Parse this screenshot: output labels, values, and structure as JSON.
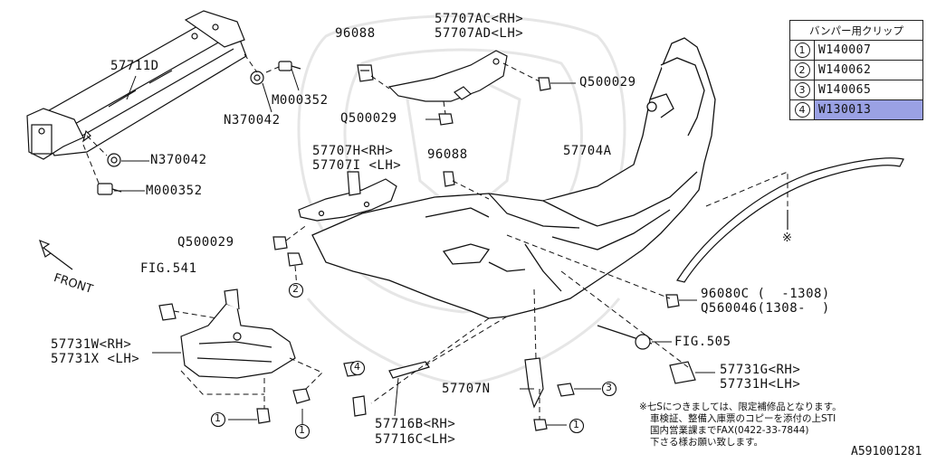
{
  "legend": {
    "title": "バンパー用クリップ",
    "rows": [
      {
        "num": "1",
        "code": "W140007",
        "highlighted": false
      },
      {
        "num": "2",
        "code": "W140062",
        "highlighted": false
      },
      {
        "num": "3",
        "code": "W140065",
        "highlighted": false
      },
      {
        "num": "4",
        "code": "W130013",
        "highlighted": true
      }
    ],
    "highlight_color": "#9aa1e4"
  },
  "labels": {
    "p57711d": "57711D",
    "m000352_a": "M000352",
    "n370042_a": "N370042",
    "n370042_b": "N370042",
    "m000352_b": "M000352",
    "p96088_a": "96088",
    "p57707ac": "57707AC<RH>",
    "p57707ad": "57707AD<LH>",
    "q500029_a": "Q500029",
    "q500029_b": "Q500029",
    "p57707h": "57707H<RH>",
    "p57707i": "57707I <LH>",
    "p96088_b": "96088",
    "p57704a": "57704A",
    "q500029_c": "Q500029",
    "front": "FRONT",
    "fig541": "FIG.541",
    "p96080c": "96080C (  -1308)",
    "q560046": "Q560046(1308-  )",
    "fig505": "FIG.505",
    "p57731w": "57731W<RH>",
    "p57731x": "57731X <LH>",
    "p57731g": "57731G<RH>",
    "p57731h": "57731H<LH>",
    "p57707n": "57707N",
    "p57716b": "57716B<RH>",
    "p57716c": "57716C<LH>",
    "asterisk": "※"
  },
  "callouts": {
    "c2": "2",
    "c1_left": "1",
    "c1_mid": "1",
    "c4": "4",
    "c3": "3",
    "c1_right": "1"
  },
  "note": {
    "line1": "※七Sにつきましては、限定補修品となります。",
    "line2": "車検証、整備入庫票のコピーを添付の上STI",
    "line3": "国内営業課までFAX(0422-33-7844)",
    "line4": "下さる様お願い致します。"
  },
  "diagram_code": "A591001281"
}
